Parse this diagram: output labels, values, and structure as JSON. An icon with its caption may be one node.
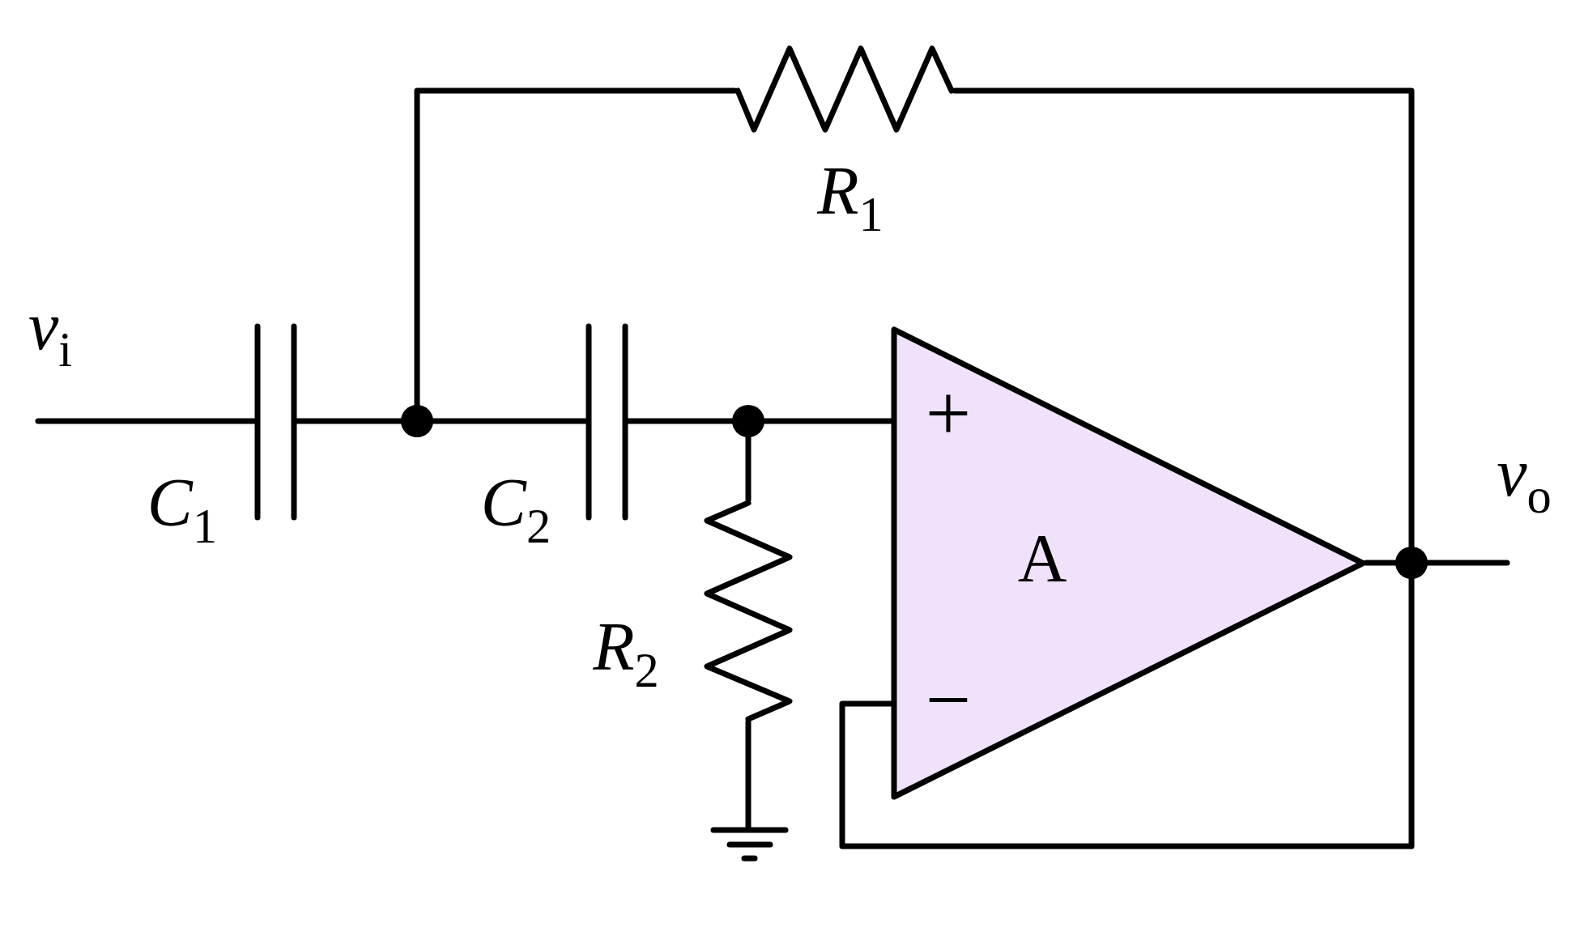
{
  "diagram": {
    "nodes": [
      {
        "text": [],
        "shape": "resistor"
      },
      {
        "text": [],
        "shape": "capacitor"
      },
      {
        "text": [],
        "shape": "circle"
      },
      {
        "text": [],
        "shape": "capacitor"
      },
      {
        "text": [],
        "shape": "circle"
      },
      {
        "text": [
          "+",
          "A",
          "−"
        ]
      },
      {
        "text": [],
        "shape": "resistor"
      },
      {
        "text": [],
        "shape": "circle"
      },
      {
        "text": [],
        "shape": "ground"
      }
    ],
    "edges": [
      {
        "from": null,
        "to": 1,
        "arrow": "none"
      },
      {
        "from": 1,
        "to": 2,
        "arrow": "none"
      },
      {
        "from": 2,
        "to": 3,
        "arrow": "none"
      },
      {
        "from": 3,
        "to": 4,
        "arrow": "none"
      },
      {
        "from": 4,
        "to": 5,
        "arrow": "none"
      },
      {
        "from": 2,
        "to": 0,
        "arrow": "none"
      },
      {
        "from": 0,
        "to": 7,
        "arrow": "none"
      },
      {
        "from": 4,
        "to": 6,
        "arrow": "none"
      },
      {
        "from": 6,
        "to": 8,
        "arrow": "none"
      },
      {
        "from": 5,
        "to": 7,
        "arrow": "none"
      },
      {
        "from": 7,
        "to": 5,
        "arrow": "none"
      },
      {
        "from": 7,
        "to": null,
        "arrow": "none"
      }
    ],
    "labels": [
      "R$_{1}$",
      "v$_{i}$",
      "C$_{1}$",
      "C$_{2}$",
      "v$_{o}$",
      "R$_{2}$"
    ]
  }
}
